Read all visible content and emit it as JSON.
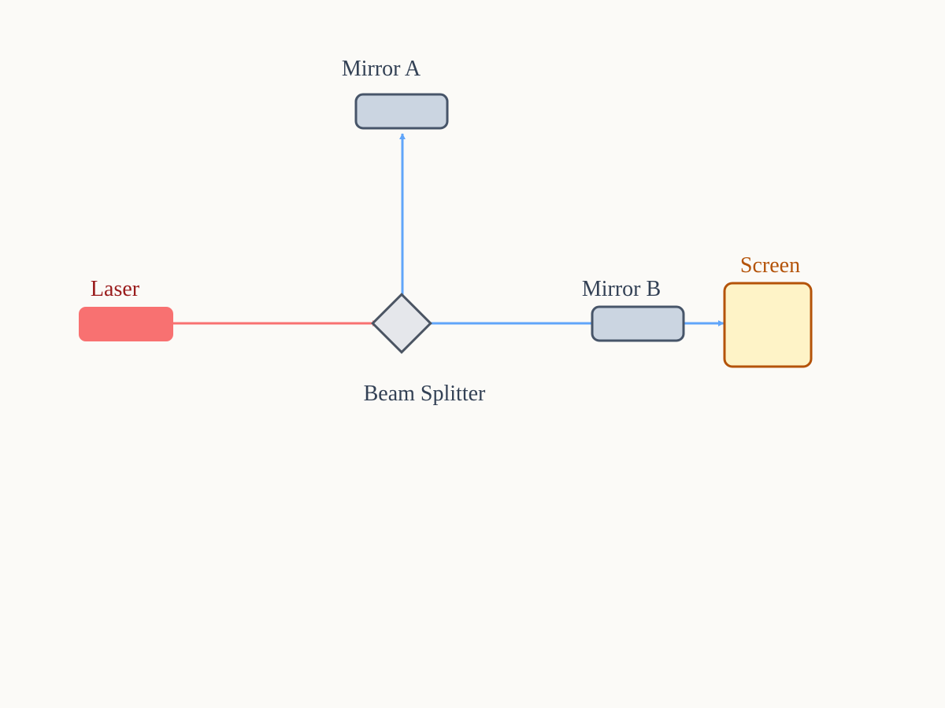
{
  "diagram": {
    "nodes": {
      "laser": {
        "label": "Laser"
      },
      "beam_splitter": {
        "label": "Beam Splitter"
      },
      "mirror_a": {
        "label": "Mirror A"
      },
      "mirror_b": {
        "label": "Mirror B"
      },
      "screen": {
        "label": "Screen"
      }
    },
    "beams": [
      {
        "from": "laser",
        "to": "beam_splitter",
        "kind": "incident"
      },
      {
        "from": "beam_splitter",
        "to": "mirror_a",
        "kind": "split"
      },
      {
        "from": "beam_splitter",
        "to": "mirror_b",
        "kind": "split"
      },
      {
        "from": "mirror_b",
        "to": "screen",
        "kind": "split"
      }
    ]
  },
  "colors": {
    "background": "#fbfaf7",
    "laser_fill": "#f87171",
    "laser_label": "#991b1b",
    "incident_beam": "#f87171",
    "split_beam": "#60a5fa",
    "mirror_fill": "#cbd5e1",
    "mirror_stroke": "#475569",
    "splitter_fill": "#e5e7eb",
    "splitter_stroke": "#4b5563",
    "component_label": "#334155",
    "screen_fill": "#fef3c7",
    "screen_stroke": "#b45309",
    "screen_label": "#b45309"
  }
}
